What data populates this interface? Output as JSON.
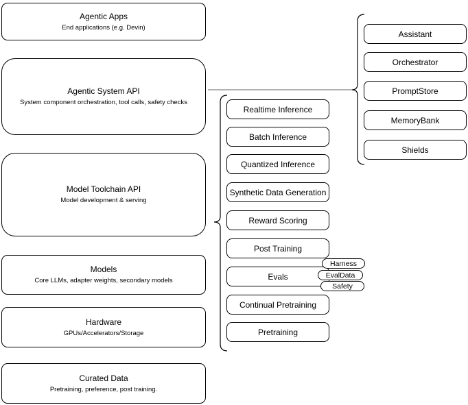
{
  "diagram": {
    "left_stack": [
      {
        "title": "Agentic Apps",
        "subtitle": "End applications (e.g. Devin)"
      },
      {
        "title": "Agentic System API",
        "subtitle": "System component orchestration, tool calls, safety checks"
      },
      {
        "title": "Model Toolchain API",
        "subtitle": "Model development & serving"
      },
      {
        "title": "Models",
        "subtitle": "Core LLMs, adapter weights, secondary models"
      },
      {
        "title": "Hardware",
        "subtitle": "GPUs/Accelerators/Storage"
      },
      {
        "title": "Curated Data",
        "subtitle": "Pretraining, preference, post training."
      }
    ],
    "toolchain_group": [
      "Realtime Inference",
      "Batch Inference",
      "Quantized Inference",
      "Synthetic Data Generation",
      "Reward Scoring",
      "Post Training",
      "Evals",
      "Continual Pretraining",
      "Pretraining"
    ],
    "evals_pills": [
      "Harness",
      "EvalData",
      "Safety"
    ],
    "system_group": [
      "Assistant",
      "Orchestrator",
      "PromptStore",
      "MemoryBank",
      "Shields"
    ],
    "colors": {
      "stroke": "#000000",
      "fill": "#ffffff",
      "text": "#000000",
      "connector": "#666666"
    }
  }
}
